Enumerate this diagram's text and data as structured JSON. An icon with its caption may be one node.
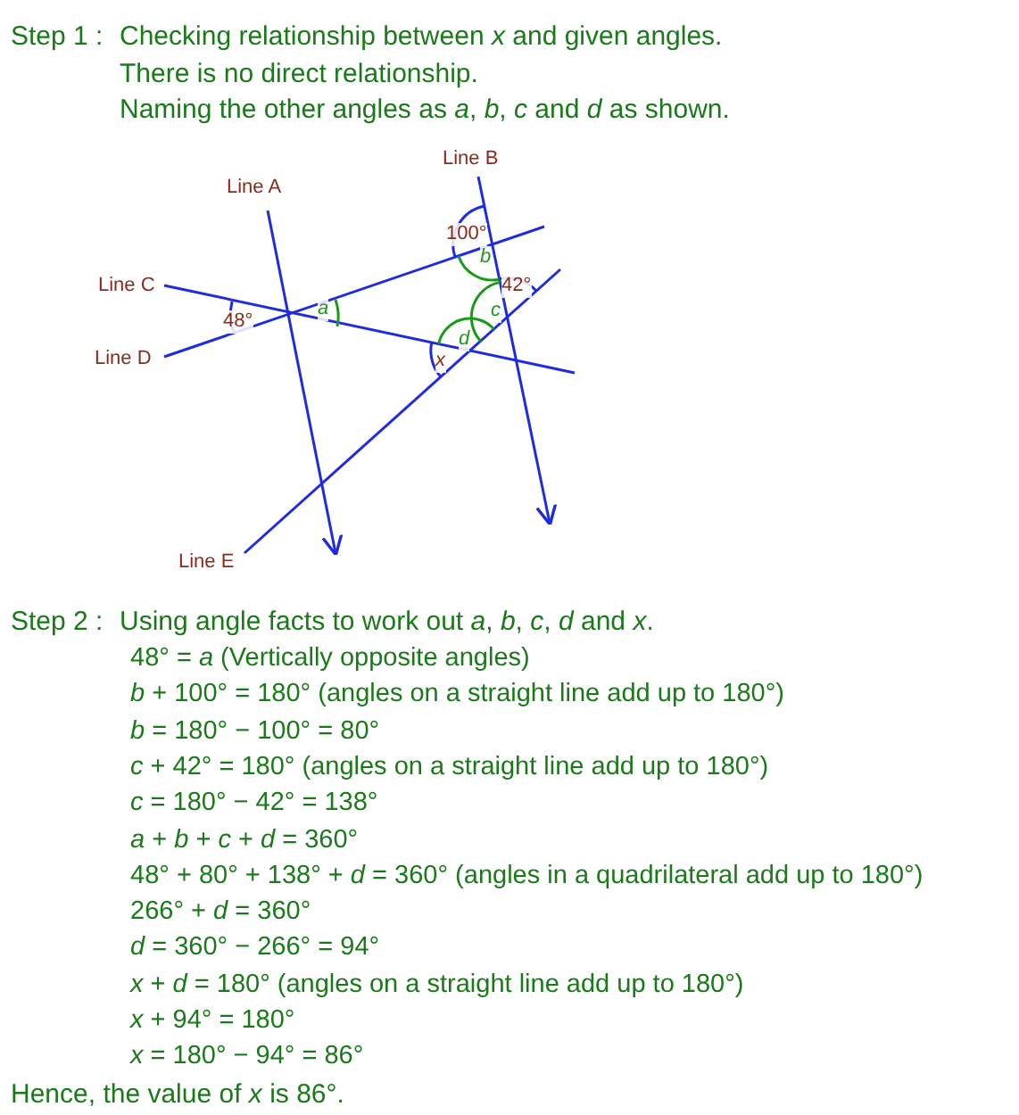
{
  "diagram": {
    "labels": [
      "Step 1 :",
      "Checking relationship between *x* and given angles.",
      "There is no direct relationship.",
      "Naming the other angles as *a*, *b*, *c* and *d* as shown.",
      "Line B",
      "Line A",
      "100°",
      "*b*",
      "Line C",
      "42°",
      "48°",
      "*a*",
      "*c*",
      "*d*",
      "Line D",
      "*x*",
      "Line E",
      "Step 2 :",
      "Using angle facts to work out *a*, *b*, *c*, *d* and *x*.",
      "48° = *a*  (Vertically opposite angles)",
      "*b* + 100° = 180°  (angles on a straight line  add up to 180°)",
      "*b* = 180° − 100° = 80°",
      "*c* + 42° = 180°   (angles on a straight line  add up to 180°)",
      "*c* = 180° − 42° = 138°",
      "*a* + *b* + *c* + *d* = 360°",
      "48° + 80° + 138° + *d* = 360°  (angles in a quadrilateral add up to 180°)",
      "266° + *d* = 360°",
      "*d* = 360° − 266° = 94°",
      "*x* + *d* = 180°    (angles on a straight line  add up to 180°)",
      "*x* + 94° = 180°",
      "*x* = 180° − 94° = 86°",
      "Hence, the value of *x* is 86°."
    ]
  }
}
